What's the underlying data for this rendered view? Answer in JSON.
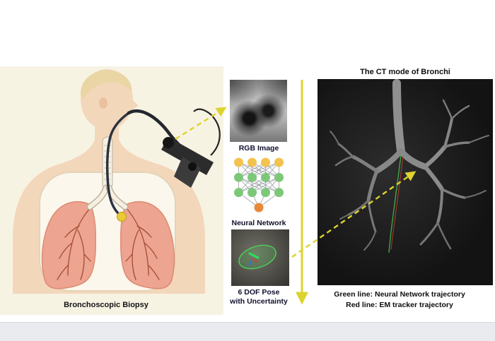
{
  "figure": {
    "left_panel": {
      "caption": "Bronchoscopic Biopsy"
    },
    "middle_column": {
      "rgb_image_label": "RGB Image",
      "neural_network_label": "Neural Network",
      "pose_label_line1": "6 DOF Pose",
      "pose_label_line2": "with Uncertainty"
    },
    "right_panel": {
      "title": "The CT mode of Bronchi",
      "legend_green": "Green line: Neural Network trajectory",
      "legend_red": "Red line: EM tracker trajectory"
    },
    "neural_network": {
      "layers": [
        4,
        4,
        4,
        1
      ]
    },
    "colors": {
      "panel_cream": "#f7f3e3",
      "arrow_yellow": "#ddd32f",
      "nn_input": "#f2c34e",
      "nn_hidden": "#7cc878",
      "nn_output": "#e8883a",
      "trajectory_green": "#3fae4a",
      "trajectory_red": "#c23b2e",
      "lesion_yellow": "#e9c935"
    }
  }
}
